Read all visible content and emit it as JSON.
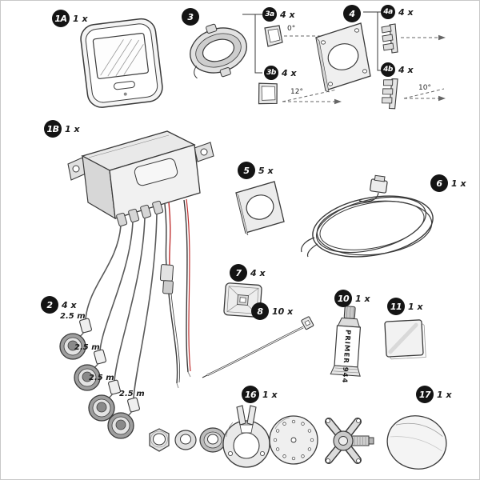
{
  "items": {
    "item1a": {
      "id": "1A",
      "qty": "1 x"
    },
    "item1b": {
      "id": "1B",
      "qty": "1 x"
    },
    "item2": {
      "id": "2",
      "qty": "4 x",
      "cable_lengths": [
        "2.5 m",
        "2.5 m",
        "2.5 m",
        "2.5 m"
      ]
    },
    "item3": {
      "id": "3"
    },
    "item3a": {
      "id": "3a",
      "qty": "4 x",
      "angle": "0°"
    },
    "item3b": {
      "id": "3b",
      "qty": "4 x",
      "angle": "12°"
    },
    "item4": {
      "id": "4"
    },
    "item4a": {
      "id": "4a",
      "qty": "4 x"
    },
    "item4b": {
      "id": "4b",
      "qty": "4 x",
      "angle": "10°"
    },
    "item5": {
      "id": "5",
      "qty": "5 x"
    },
    "item6": {
      "id": "6",
      "qty": "1 x"
    },
    "item7": {
      "id": "7",
      "qty": "4 x"
    },
    "item8": {
      "id": "8",
      "qty": "10 x"
    },
    "item10": {
      "id": "10",
      "qty": "1 x",
      "tube_label_line1": "PRIMER",
      "tube_label_line2": "944"
    },
    "item11": {
      "id": "11",
      "qty": "1 x"
    },
    "item16": {
      "id": "16",
      "qty": "1 x"
    },
    "item17": {
      "id": "17",
      "qty": "1 x"
    }
  },
  "colors": {
    "line": "#3a3a3a",
    "badge_background": "#141414",
    "badge_text": "#ffffff",
    "wire_red": "#c03030",
    "canvas_border": "#c8c8c8"
  }
}
